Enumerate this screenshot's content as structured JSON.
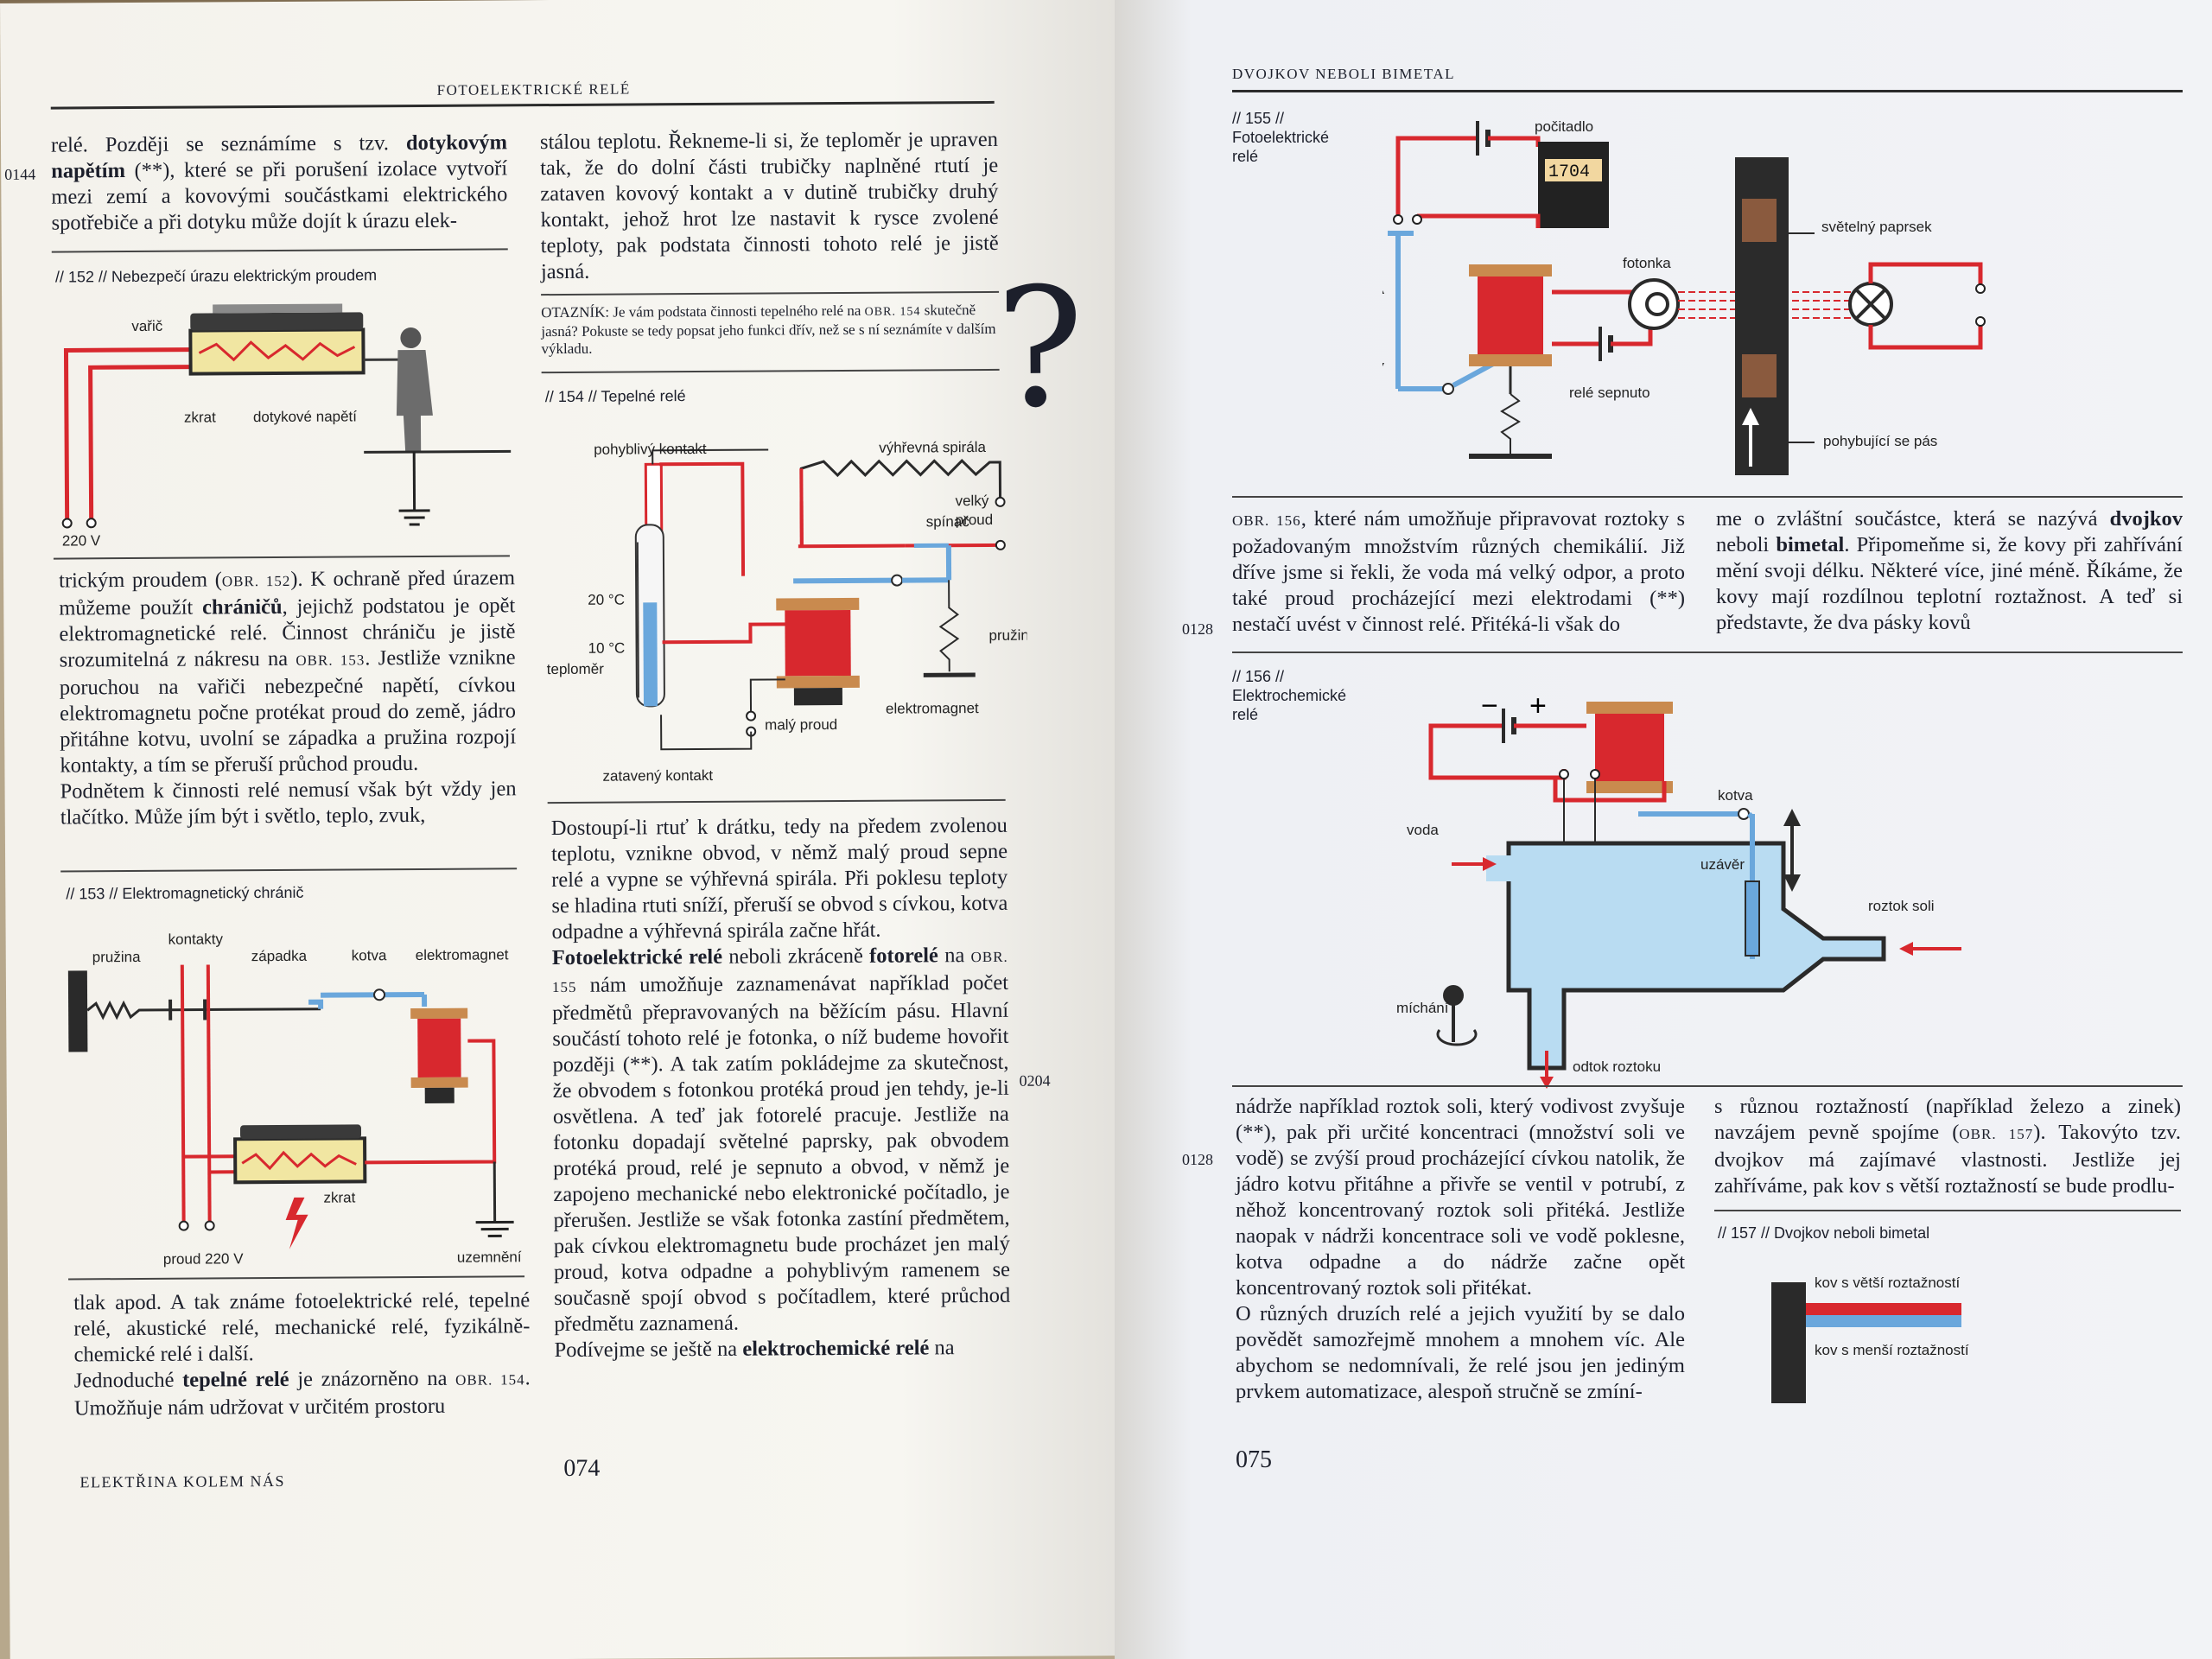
{
  "left_page": {
    "running_head": "Fotoelektrické relé",
    "footer": "Elektřina kolem nás",
    "folio": "074",
    "margin_note_1": "0144",
    "margin_note_2": "0204",
    "col1_top": {
      "p1_a": "relé. Později se seznámíme s tzv. ",
      "p1_b": "dotykovým napětím",
      "p1_c": " (**), které se při porušení izolace vytvoří mezi zemí a kovovými součástkami elektrického spotřebiče a při dotyku může dojít k úrazu elek-"
    },
    "fig152": {
      "caption": "// 152 // Nebezpečí úrazu elektrickým proudem",
      "labels": {
        "varic": "vařič",
        "zkrat": "zkrat",
        "dotykove": "dotykové napětí",
        "volt": "220 V"
      }
    },
    "col1_mid": {
      "a": "trickým proudem (",
      "obr": "obr. 152",
      "b": "). K ochraně před úrazem můžeme použít ",
      "chranicu": "chráničů",
      "c": ", jejichž podstatou je opět elektromagnetické relé. Činnost chrániču je jistě srozumitelná z nákresu na ",
      "obr2": "obr. 153",
      "d": ". Jestliže vznikne poruchou na vařiči nebezpečné napětí, cívkou elektromagnetu počne protékat proud do země, jádro přitáhne kotvu, uvolní se západka a pružina rozpojí kontakty, a tím se přeruší průchod proudu.",
      "e": "Podnětem k činnosti relé nemusí však být vždy jen tlačítko. Může jím být i světlo, teplo, zvuk,"
    },
    "fig153": {
      "caption": "// 153 // Elektromagnetický chránič",
      "labels": {
        "pruzina": "pružina",
        "kontakty": "kontakty",
        "zapadka": "západka",
        "kotva": "kotva",
        "elektromagnet": "elektromagnet",
        "zkrat": "zkrat",
        "proud": "proud 220 V",
        "uzemneni": "uzemnění"
      }
    },
    "col1_bottom": {
      "a": "tlak apod. A tak známe fotoelektrické relé, tepelné relé, akustické relé, mechanické relé, fyzikálně-chemické relé i další.",
      "b": "Jednoduché ",
      "tepelne": "tepelné relé",
      "c": " je znázorněno na ",
      "obr": "obr. 154",
      "d": ". Umožňuje nám udržovat v určitém prostoru"
    },
    "col2_top": "stálou teplotu. Řekneme-li si, že teploměr je upraven tak, že do dolní části trubičky naplněné rtutí je zataven kovový kontakt a v dutině trubičky druhý kontakt, jehož hrot lze nastavit k rysce zvolené teploty, pak podstata činnosti tohoto relé je jistě jasná.",
    "question": {
      "a": "OTAZNÍK: Je vám podstata činnosti tepelného relé na ",
      "obr": "obr. 154",
      "b": " skutečně jasná? Pokuste se tedy popsat jeho funkci dřív, než se s ní seznámíte v dalším výkladu.",
      "mark": "?"
    },
    "fig154": {
      "caption": "// 154 // Tepelné relé",
      "labels": {
        "pohyblivy": "pohyblivý kontakt",
        "vyhrevna": "výhřevná spirála",
        "spinac": "spínač",
        "velky": "velký",
        "proud": "proud",
        "t20": "20 °C",
        "t10": "10 °C",
        "teplomer": "teploměr",
        "pruzina": "pružina",
        "maly": "malý proud",
        "elektromagnet": "elektromagnet",
        "zataveny": "zatavený kontakt"
      }
    },
    "col2_bottom": {
      "p1": "Dostoupí-li rtuť k drátku, tedy na předem zvolenou teplotu, vznikne obvod, v němž malý proud sepne relé a vypne se výhřevná spirála. Při poklesu teploty se hladina rtuti sníží, přeruší se obvod s cívkou, kotva odpadne a výhřevná spirála začne hřát.",
      "foto_a": "Fotoelektrické relé",
      "foto_b": " neboli zkráceně ",
      "foto_c": "fotorelé",
      "foto_d": " na ",
      "obr": "obr. 155",
      "foto_e": " nám umožňuje zaznamenávat například počet předmětů přepravovaných na běžícím pásu. Hlavní součástí tohoto relé je fotonka, o níž budeme hovořit později (**). A tak zatím pokládejme za skutečnost, že obvodem s fotonkou protéká proud jen tehdy, je-li osvětlena. A teď jak fotorelé pracuje. Jestliže na fotonku dopadají světelné paprsky, pak obvodem protéká proud, relé je sepnuto a obvod, v němž je zapojeno mechanické nebo elektronické počítadlo, je přerušen. Jestliže se však fotonka zastíní předmětem, pak cívkou elektromagnetu bude procházet jen malý proud, kotva odpadne a pohyblivým ramenem se současně spojí obvod s počítadlem, které průchod předmětu zaznamená.",
      "last_a": "Podívejme se ještě na ",
      "last_b": "elektrochemické relé",
      "last_c": " na"
    }
  },
  "right_page": {
    "running_head": "Dvojkov neboli bimetal",
    "folio": "075",
    "margin_note_1": "0128",
    "margin_note_2": "0128",
    "fig155": {
      "caption_1": "// 155 //",
      "caption_2": "Fotoelektrické",
      "caption_3": "relé",
      "labels": {
        "pocitadlo": "počitadlo",
        "counter": "1704",
        "paprsek": "světelný paprsek",
        "fotonka": "fotonka",
        "sepnuto": "relé sepnuto",
        "pas": "pohybující se pás"
      }
    },
    "mid_col1": {
      "obr": "obr. 156",
      "a": ", které nám umožňuje připravovat roztoky s požadovaným množstvím různých chemikálií. Již dříve jsme si řekli, že voda má velký odpor, a proto také proud procházející mezi elektrodami (**) nestačí uvést v činnost relé. Přitéká-li však do"
    },
    "mid_col2": {
      "a": "me o zvláštní součástce, která se nazývá ",
      "dvojkov": "dvojkov",
      "b": " neboli ",
      "bimetal": "bimetal",
      "c": ". Připomeňme si, že kovy při zahřívání mění svoji délku. Některé více, jiné méně. Říkáme, že kovy mají rozdílnou teplotní roztažnost. A teď si představte, že dva pásky kovů"
    },
    "fig156": {
      "caption_1": "// 156 //",
      "caption_2": "Elektrochemické",
      "caption_3": "relé",
      "labels": {
        "voda": "voda",
        "kotva": "kotva",
        "uzaver": "uzávěr",
        "roztok": "roztok soli",
        "michani": "míchání",
        "odtok": "odtok roztoku",
        "minus": "−",
        "plus": "+"
      }
    },
    "bottom_col1": {
      "p1": "nádrže například roztok soli, který vodivost zvyšuje (**), pak při určité koncentraci (množství soli ve vodě) se zvýší proud procházející cívkou natolik, že jádro kotvu přitáhne a přivře se ventil v potrubí, z něhož koncentrovaný roztok soli přitéká. Jestliže naopak v nádrži koncentrace soli ve vodě poklesne, kotva odpadne a do nádrže začne opět koncentrovaný roztok soli přitékat.",
      "p2": "O různých druzích relé a jejich využití by se dalo povědět samozřejmě mnohem a mnohem víc. Ale abychom se nedomnívali, že relé jsou jen jediným prvkem automatizace, alespoň stručně se zmíní-"
    },
    "bottom_col2": {
      "a": "s různou roztažností (například železo a zinek) navzájem pevně spojíme (",
      "obr": "obr. 157",
      "b": "). Takovýto tzv. dvojkov má zajímavé vlastnosti. Jestliže jej zahříváme, pak kov s větší roztažností se bude prodlu-"
    },
    "fig157": {
      "caption": "// 157 // Dvojkov neboli bimetal",
      "labels": {
        "vetsi": "kov s větší roztažností",
        "mensi": "kov s menší roztažností"
      }
    }
  },
  "colors": {
    "wire_red": "#d8282e",
    "wire_blue": "#6aa7dc",
    "coil_orange": "#c98a4e",
    "dark": "#2a2a2a",
    "water": "#b9dcf2"
  }
}
